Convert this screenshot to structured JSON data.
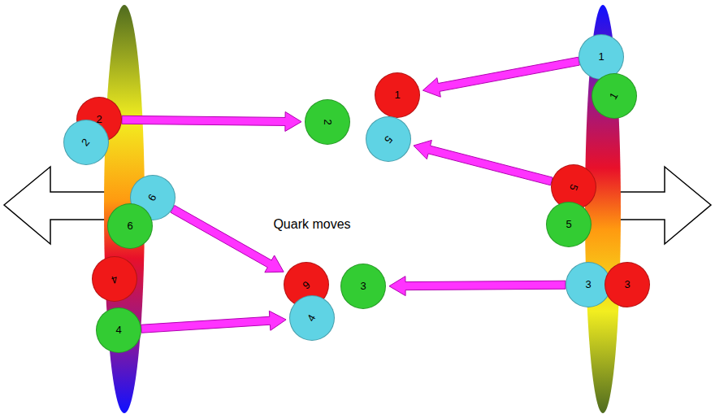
{
  "diagram": {
    "nodes": [
      {
        "text": [
          "2"
        ]
      },
      {
        "text": [
          "2"
        ]
      },
      {
        "text": [
          "6"
        ]
      },
      {
        "text": [
          "6"
        ]
      },
      {
        "text": [
          "4"
        ]
      },
      {
        "text": [
          "4"
        ]
      },
      {
        "text": [
          "2"
        ]
      },
      {
        "text": [
          "1"
        ]
      },
      {
        "text": [
          "5"
        ]
      },
      {
        "text": [
          "6"
        ]
      },
      {
        "text": [
          "4"
        ]
      },
      {
        "text": [
          "3"
        ]
      },
      {
        "text": [
          "1"
        ]
      },
      {
        "text": [
          "1"
        ]
      },
      {
        "text": [
          "5"
        ]
      },
      {
        "text": [
          "5"
        ]
      },
      {
        "text": [
          "3"
        ]
      },
      {
        "text": [
          "3"
        ]
      }
    ],
    "edges": [
      {
        "from": 0,
        "to": 6,
        "arrow": "to"
      },
      {
        "from": 2,
        "to": 9,
        "arrow": "to"
      },
      {
        "from": 5,
        "to": 10,
        "arrow": "to"
      },
      {
        "from": 12,
        "to": 7,
        "arrow": "to"
      },
      {
        "from": 14,
        "to": 8,
        "arrow": "to"
      },
      {
        "from": 16,
        "to": 11,
        "arrow": "to"
      }
    ],
    "labels": [
      "Quark moves"
    ]
  }
}
